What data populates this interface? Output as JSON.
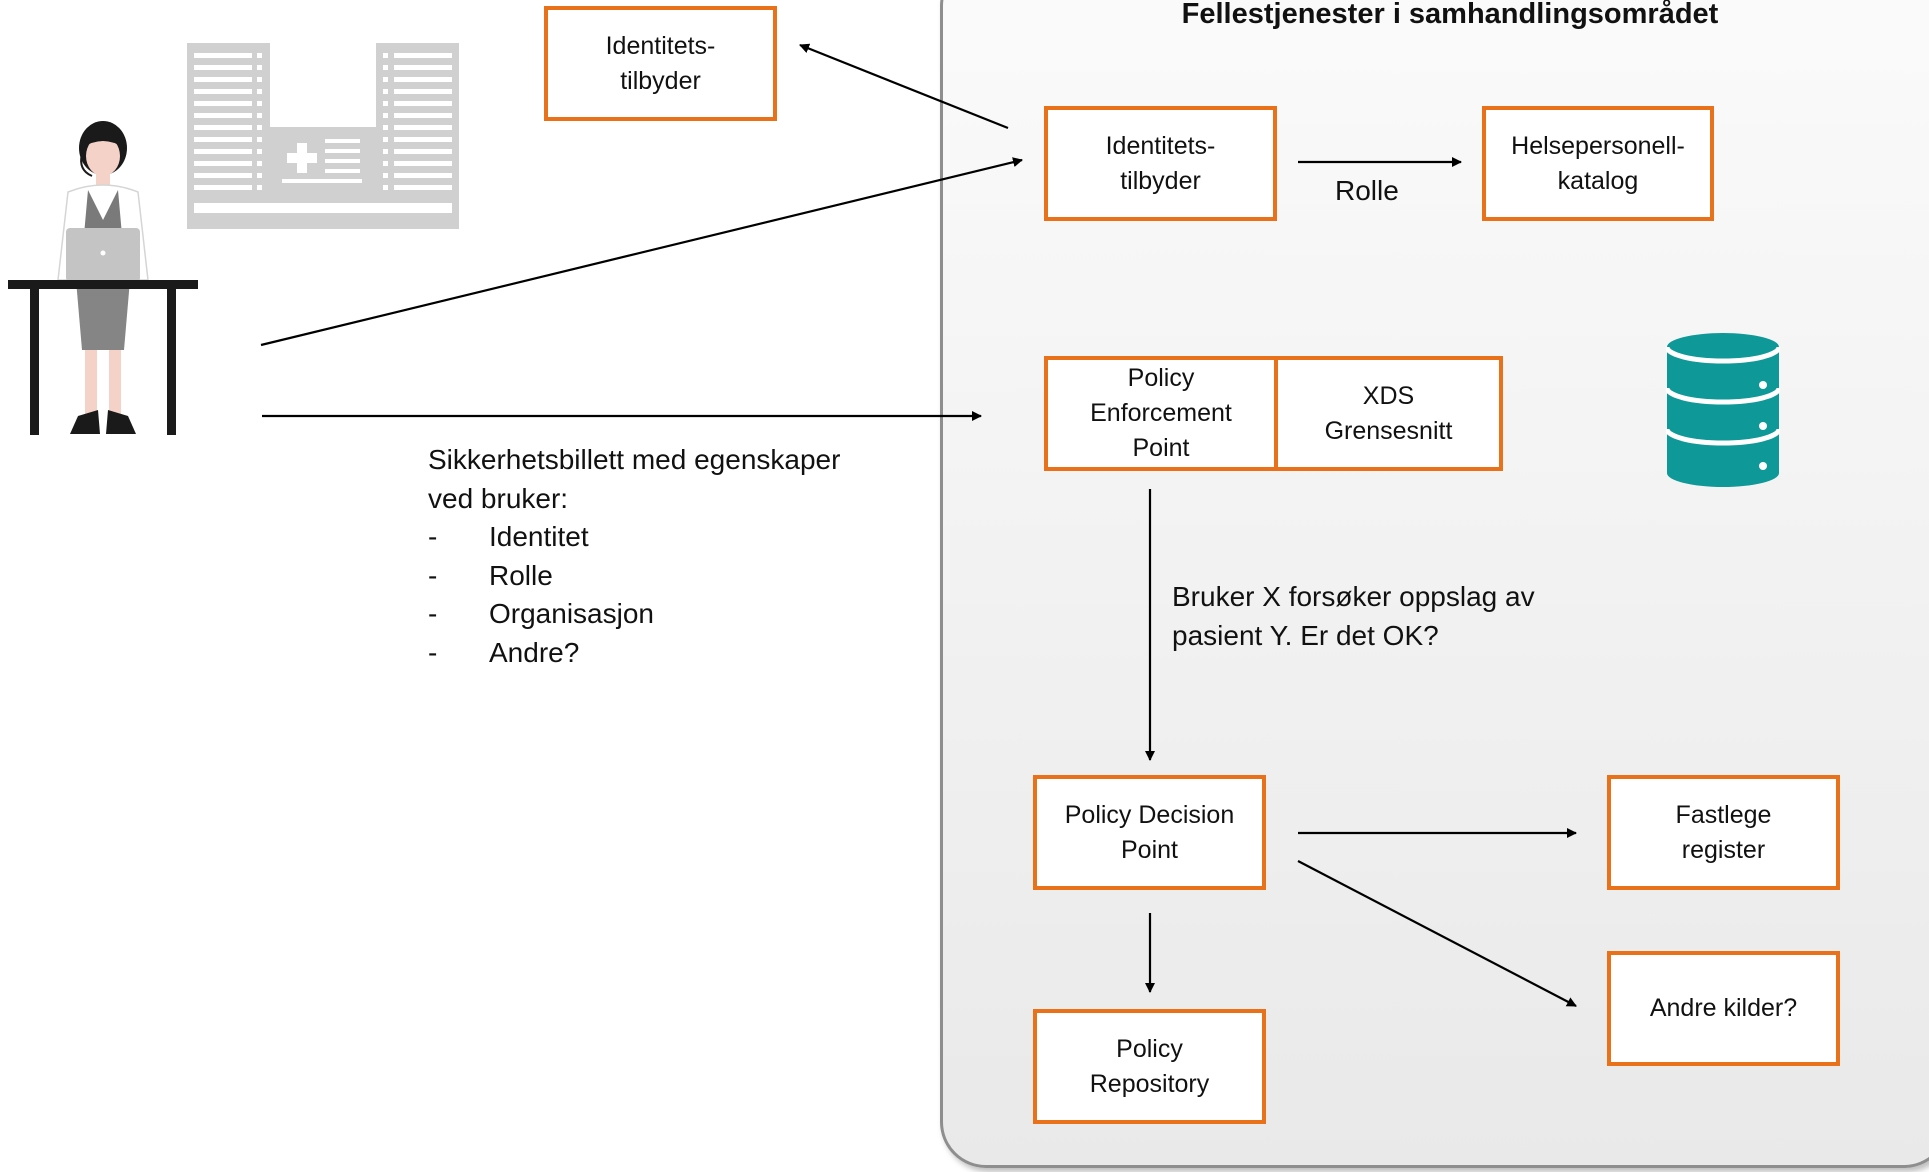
{
  "panel": {
    "title": "Fellestjenester i samhandlingsområdet"
  },
  "boxes": {
    "ext_idp": "Identitets-\ntilbyder",
    "idp": "Identitets-\ntilbyder",
    "hpr": "Helsepersonell-\nkatalog",
    "pep": "Policy\nEnforcement\nPoint",
    "xds": "XDS\nGrensesnitt",
    "pdp": "Policy Decision\nPoint",
    "prep": "Policy\nRepository",
    "fastlege": "Fastlege\nregister",
    "andre": "Andre kilder?"
  },
  "labels": {
    "rolle": "Rolle",
    "query_line1": "Bruker X forsøker oppslag av",
    "query_line2": "pasient Y. Er det OK?"
  },
  "ticket": {
    "line1": "Sikkerhetsbillett med egenskaper",
    "line2": "ved bruker:",
    "items": [
      "Identitet",
      "Rolle",
      "Organisasjon",
      "Andre?"
    ]
  },
  "colors": {
    "box_border": "#e8711a",
    "database": "#0f9898",
    "building": "#d0d0d0",
    "panel_border": "#8e8e8e"
  },
  "icons": [
    "hospital-building-icon",
    "user-at-desk-icon",
    "database-icon"
  ]
}
